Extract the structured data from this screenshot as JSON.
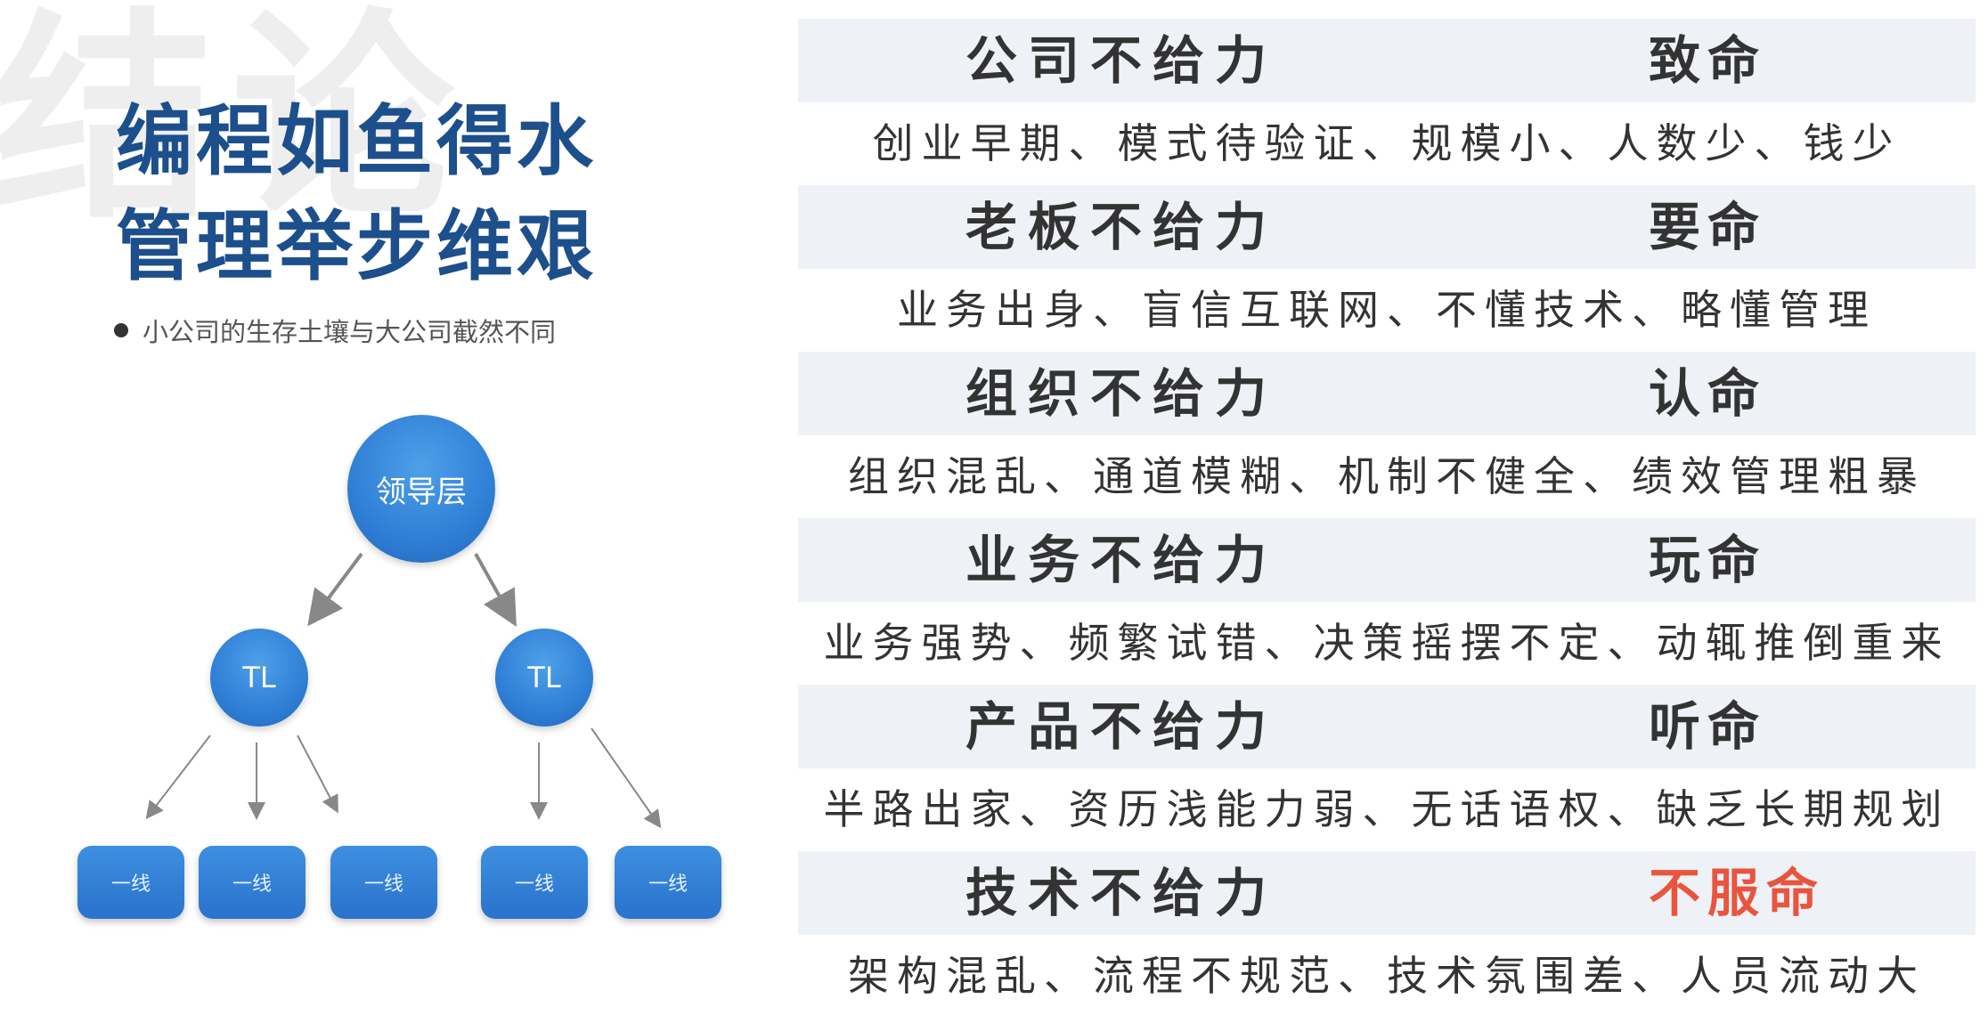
{
  "watermark": "结论",
  "heading": {
    "line1": "编程如鱼得水",
    "line2": "管理举步维艰"
  },
  "bullet": "小公司的生存土壤与大公司截然不同",
  "org_chart": {
    "leader": "领导层",
    "tl_left": "TL",
    "tl_right": "TL",
    "leaves": [
      "一线",
      "一线",
      "一线",
      "一线",
      "一线"
    ]
  },
  "accent_color": "#e8553f",
  "rows": [
    {
      "title": "公司不给力",
      "verdict": "致命",
      "detail": "创业早期、模式待验证、规模小、人数少、钱少",
      "highlight": false
    },
    {
      "title": "老板不给力",
      "verdict": "要命",
      "detail": "业务出身、盲信互联网、不懂技术、略懂管理",
      "highlight": false
    },
    {
      "title": "组织不给力",
      "verdict": "认命",
      "detail": "组织混乱、通道模糊、机制不健全、绩效管理粗暴",
      "highlight": false
    },
    {
      "title": "业务不给力",
      "verdict": "玩命",
      "detail": "业务强势、频繁试错、决策摇摆不定、动辄推倒重来",
      "highlight": false
    },
    {
      "title": "产品不给力",
      "verdict": "听命",
      "detail": "半路出家、资历浅能力弱、无话语权、缺乏长期规划",
      "highlight": false
    },
    {
      "title": "技术不给力",
      "verdict": "不服命",
      "detail": "架构混乱、流程不规范、技术氛围差、人员流动大",
      "highlight": true
    }
  ]
}
